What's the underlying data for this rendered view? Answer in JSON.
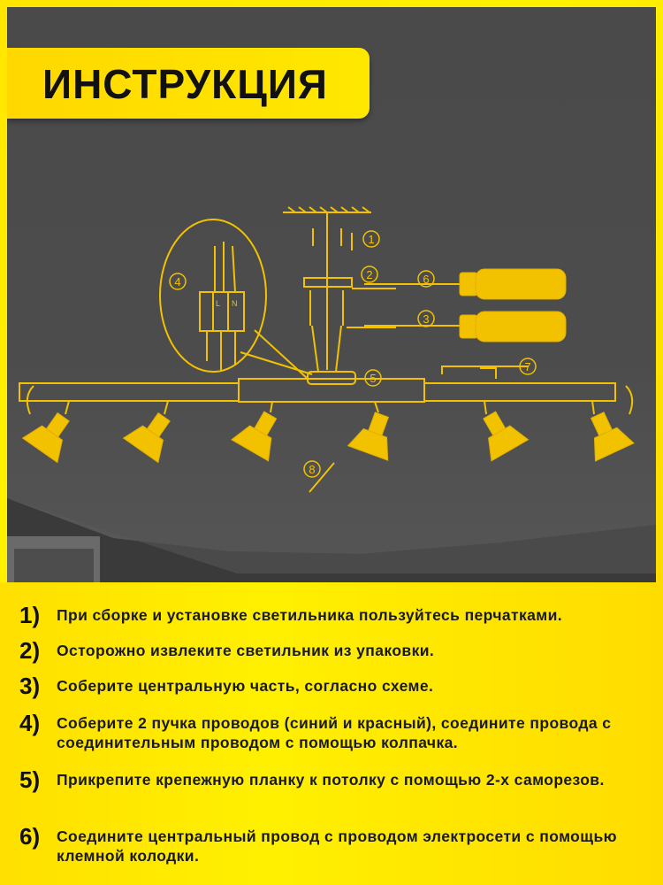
{
  "title": "ИНСТРУКЦИЯ",
  "diagram": {
    "labels": [
      "1",
      "2",
      "3",
      "4",
      "5",
      "6",
      "7",
      "8"
    ],
    "terminal_letters": [
      "L",
      "N"
    ]
  },
  "steps": [
    {
      "num": "1)",
      "text": "При сборке и установке светильника пользуйтесь перчатками."
    },
    {
      "num": "2)",
      "text": "Осторожно извлеките светильник из упаковки."
    },
    {
      "num": "3)",
      "text": "Соберите центральную часть, согласно схеме."
    },
    {
      "num": "4)",
      "text": "Соберите 2 пучка проводов (синий и красный), соедините провода с соединительным проводом с помощью колпачка."
    },
    {
      "num": "5)",
      "text": "Прикрепите крепежную планку к потолку с помощью 2-х саморезов."
    },
    {
      "num": "6)",
      "text": "Соедините центральный провод с проводом электросети с помощью клемной колодки."
    }
  ],
  "colors": {
    "accent": "#ffd600",
    "line": "#f2c200",
    "text": "#111111"
  }
}
